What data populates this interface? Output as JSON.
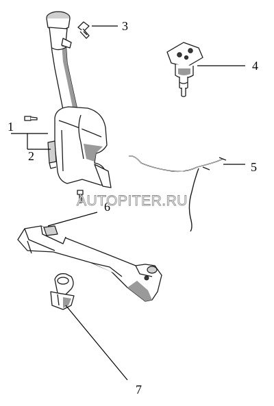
{
  "callouts": [
    {
      "id": "1",
      "label": "1"
    },
    {
      "id": "2",
      "label": "2"
    },
    {
      "id": "3",
      "label": "3"
    },
    {
      "id": "4",
      "label": "4"
    },
    {
      "id": "5",
      "label": "5"
    },
    {
      "id": "6",
      "label": "6"
    },
    {
      "id": "7",
      "label": "7"
    }
  ],
  "watermark": "AUTOPITER.RU",
  "colors": {
    "line": "#1a1a1a",
    "shading": "#9a9a9a",
    "watermark_outline": "#8a8a8a",
    "background": "#ffffff"
  }
}
